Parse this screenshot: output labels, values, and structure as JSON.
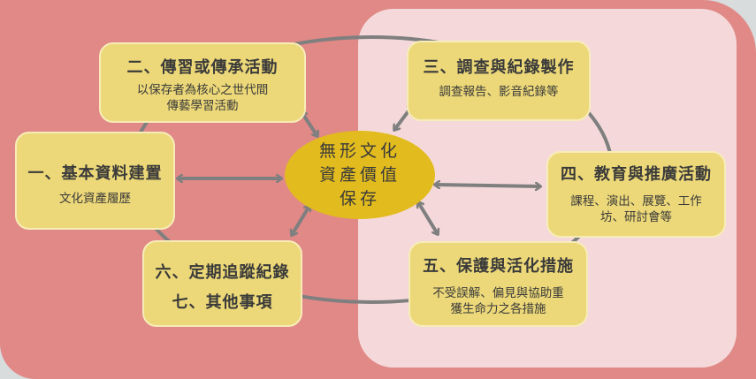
{
  "center": {
    "lines": [
      "無形文化",
      "資產價值",
      "保存"
    ]
  },
  "boxes": {
    "b1": {
      "title": "一、基本資料建置",
      "sub": [
        "文化資產履歷"
      ]
    },
    "b2": {
      "title": "二、傳習或傳承活動",
      "sub": [
        "以保存者為核心之世代間",
        "傳藝學習活動"
      ]
    },
    "b3": {
      "title": "三、調查與紀錄製作",
      "sub": [
        "調查報告、影音紀錄等"
      ]
    },
    "b4": {
      "title": "四、教育與推廣活動",
      "sub": [
        "課程、演出、展覽、工作",
        "坊、研討會等"
      ]
    },
    "b5": {
      "title": "五、保護與活化措施",
      "sub": [
        "不受誤解、偏見與協助重",
        "獲生命力之各措施"
      ]
    },
    "b6": {
      "title": "六、定期追蹤紀錄",
      "title2": "七、其他事項"
    }
  },
  "colors": {
    "outer": "#e08987",
    "inner": "#f5d9da",
    "box": "#ecd878",
    "center": "#e2bb1e",
    "line": "#7f7f7f"
  }
}
